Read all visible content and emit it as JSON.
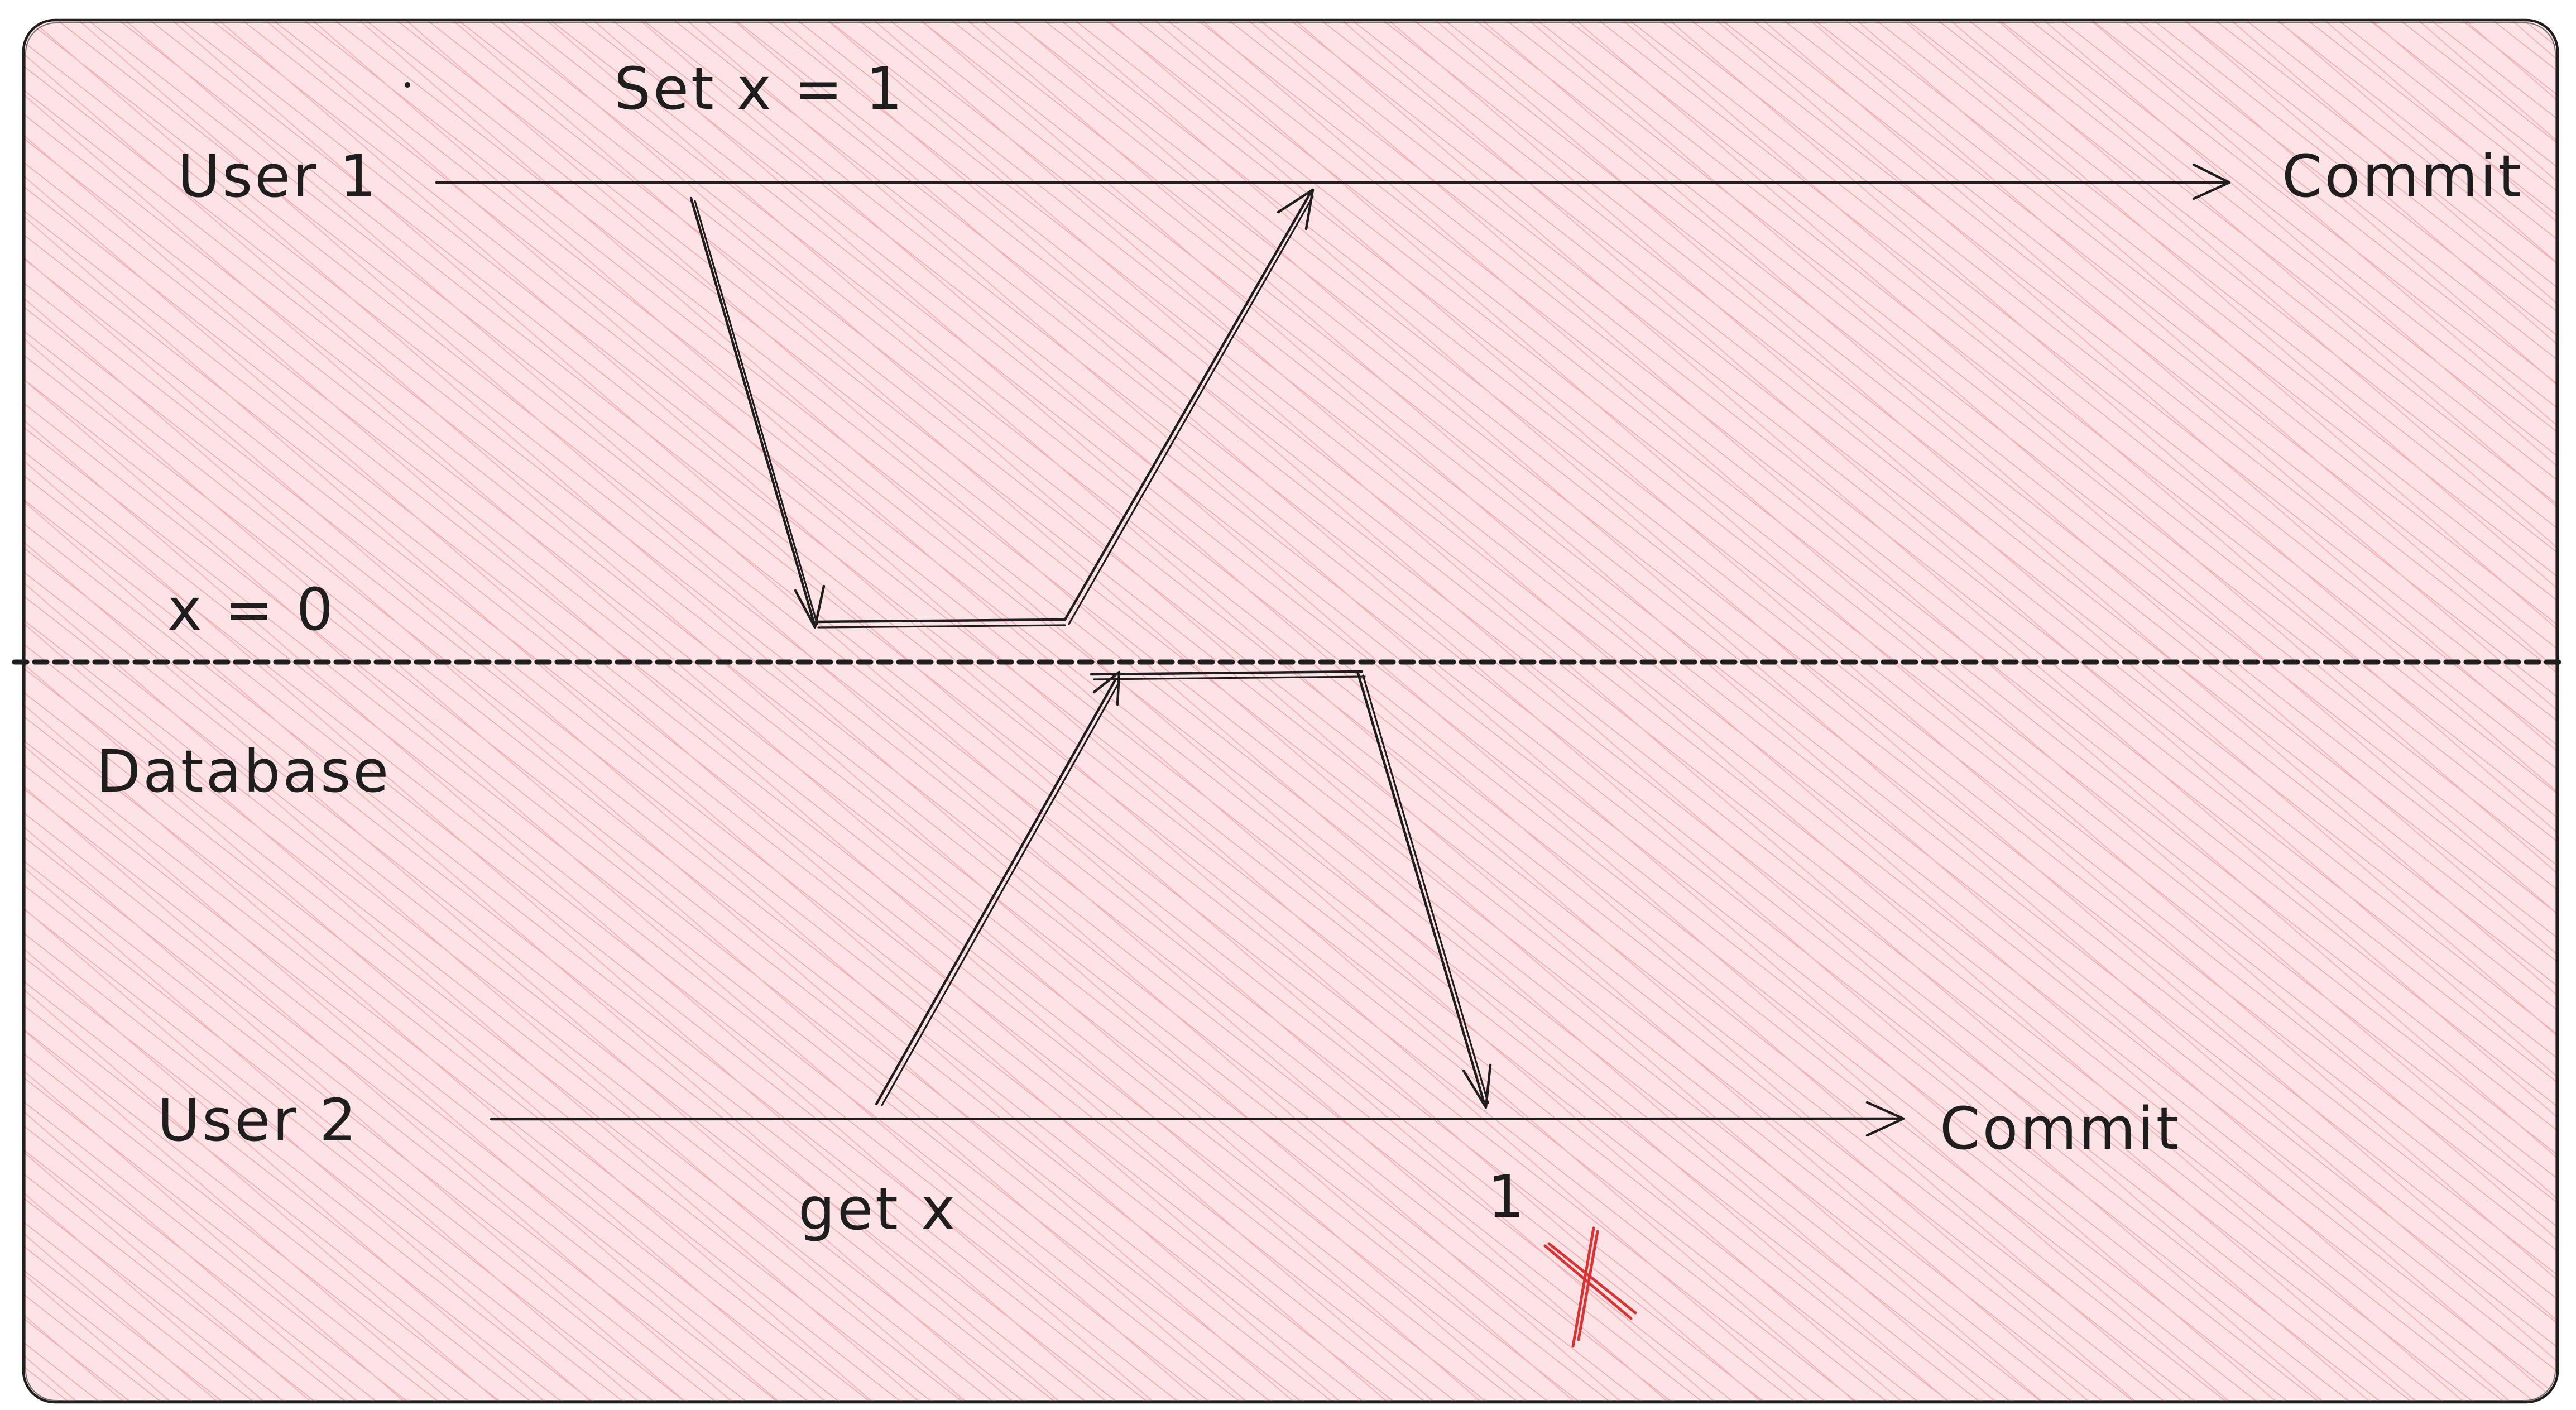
{
  "diagram": {
    "user1": {
      "label": "User 1",
      "action": "Set x = 1",
      "end": "Commit"
    },
    "database": {
      "label": "Database",
      "value": "x = 0"
    },
    "user2": {
      "label": "User 2",
      "action": "get x",
      "result": "1",
      "end": "Commit"
    }
  },
  "colors": {
    "background": "#fbe3e6",
    "hatch": "#f2a3ab",
    "stroke": "#1e1e1e",
    "error": "#e03131"
  },
  "icons": {
    "error_mark": "red-x-icon"
  }
}
